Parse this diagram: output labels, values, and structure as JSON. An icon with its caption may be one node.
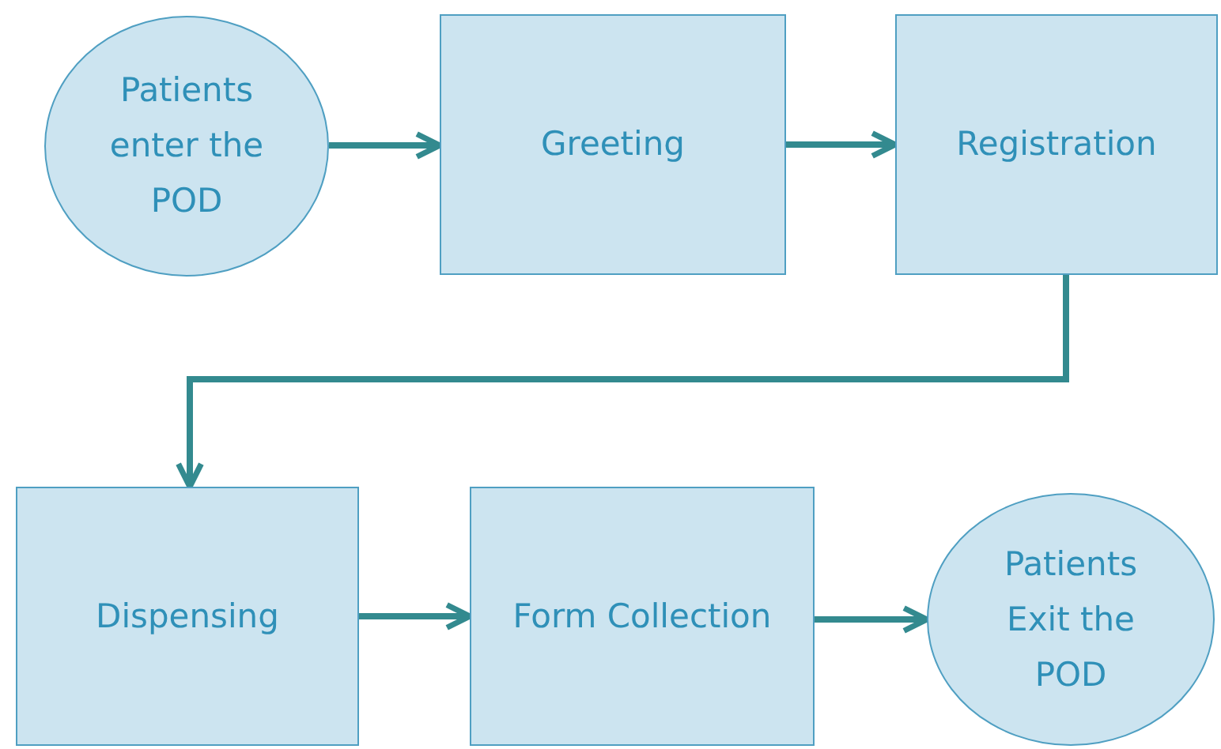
{
  "diagram": {
    "nodes": [
      {
        "text": [
          "Patients enter the POD"
        ]
      },
      {
        "text": [
          "Greeting"
        ]
      },
      {
        "text": [
          "Registration"
        ]
      },
      {
        "text": [
          "Dispensing"
        ]
      },
      {
        "text": [
          "Form Collection"
        ]
      },
      {
        "text": [
          "Patients Exit the POD"
        ]
      }
    ],
    "edges": [
      {
        "from": 0,
        "to": 1,
        "arrow": "to"
      },
      {
        "from": 1,
        "to": 2,
        "arrow": "to"
      },
      {
        "from": 2,
        "to": 3,
        "arrow": "to"
      },
      {
        "from": 3,
        "to": 4,
        "arrow": "to"
      },
      {
        "from": 4,
        "to": 5,
        "arrow": "to"
      }
    ]
  }
}
